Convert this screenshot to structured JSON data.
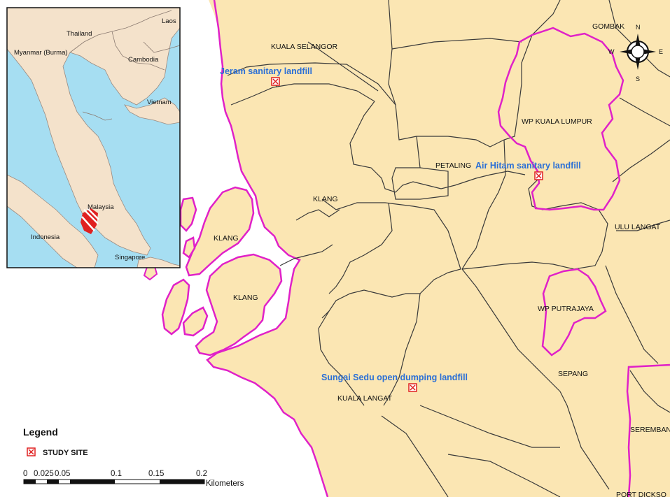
{
  "districts": [
    {
      "id": "kuala-selangor",
      "label": "KUALA SELANGOR"
    },
    {
      "id": "gombak",
      "label": "GOMBAK"
    },
    {
      "id": "wp-kuala-lumpur",
      "label": "WP KUALA LUMPUR"
    },
    {
      "id": "petaling",
      "label": "PETALING"
    },
    {
      "id": "klang-main",
      "label": "KLANG"
    },
    {
      "id": "klang-island-north",
      "label": "KLANG"
    },
    {
      "id": "klang-island-south",
      "label": "KLANG"
    },
    {
      "id": "ulu-langat",
      "label": "ULU LANGAT"
    },
    {
      "id": "wp-putrajaya",
      "label": "WP PUTRAJAYA"
    },
    {
      "id": "sepang",
      "label": "SEPANG"
    },
    {
      "id": "kuala-langat",
      "label": "KUALA LANGAT"
    },
    {
      "id": "seremban",
      "label": "SEREMBAN"
    },
    {
      "id": "port-dickson",
      "label": "PORT DICKSO"
    }
  ],
  "study_sites": [
    {
      "id": "jeram",
      "label": "Jeram sanitary landfill"
    },
    {
      "id": "air-hitam",
      "label": "Air Hitam sanitary landfill"
    },
    {
      "id": "sungai-sedu",
      "label": "Sungai Sedu open dumping landfill"
    }
  ],
  "inset": {
    "labels": [
      {
        "id": "thailand",
        "text": "Thailand"
      },
      {
        "id": "laos",
        "text": "Laos"
      },
      {
        "id": "myanmar",
        "text": "Myanmar (Burma)"
      },
      {
        "id": "cambodia",
        "text": "Cambodia"
      },
      {
        "id": "vietnam",
        "text": "Vietnam"
      },
      {
        "id": "malaysia",
        "text": "Malaysia"
      },
      {
        "id": "indonesia",
        "text": "Indonesia"
      },
      {
        "id": "singapore",
        "text": "Singapore"
      }
    ]
  },
  "compass": {
    "n": "N",
    "s": "S",
    "e": "E",
    "w": "W"
  },
  "legend": {
    "title": "Legend",
    "item": "STUDY SITE"
  },
  "scale": {
    "ticks": [
      "0",
      "0.025",
      "0.05",
      "0.1",
      "0.15",
      "0.2"
    ],
    "unit": "Kilometers"
  },
  "colors": {
    "land": "#fbe6b3",
    "sea": "#ffffff",
    "boundary": "#3a3a3a",
    "state_border": "#e021c8",
    "site_text": "#2a6fd6",
    "inset_sea": "#a6def2",
    "inset_land": "#f4e2cb",
    "site_marker": "#e02020"
  }
}
